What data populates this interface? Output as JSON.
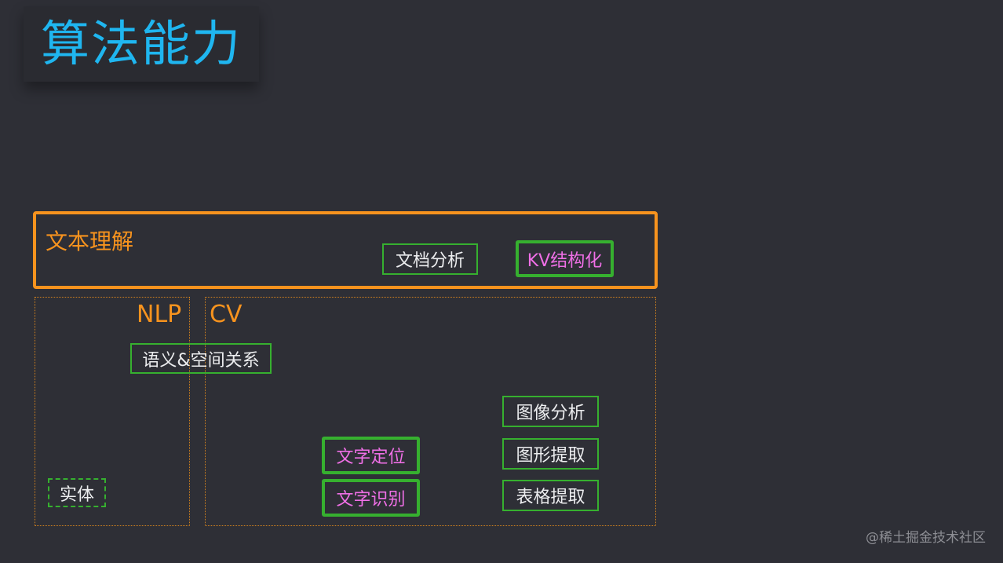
{
  "title": "算法能力",
  "regions": {
    "text_understanding": "文本理解",
    "nlp": "NLP",
    "cv": "CV"
  },
  "boxes": {
    "doc_analysis": "文档分析",
    "kv_structuring": "KV结构化",
    "semantic_spatial": "语义&空间关系",
    "image_analysis": "图像分析",
    "graphic_extraction": "图形提取",
    "table_extraction": "表格提取",
    "text_localization": "文字定位",
    "text_recognition": "文字识别",
    "entity": "实体"
  },
  "colors": {
    "background": "#2e2f36",
    "title": "#1fb6f0",
    "orange": "#f7931e",
    "green_border": "#36b02f",
    "pink_text": "#ef6fe6",
    "white_text": "#ecedef"
  },
  "watermark": "@稀土掘金技术社区"
}
